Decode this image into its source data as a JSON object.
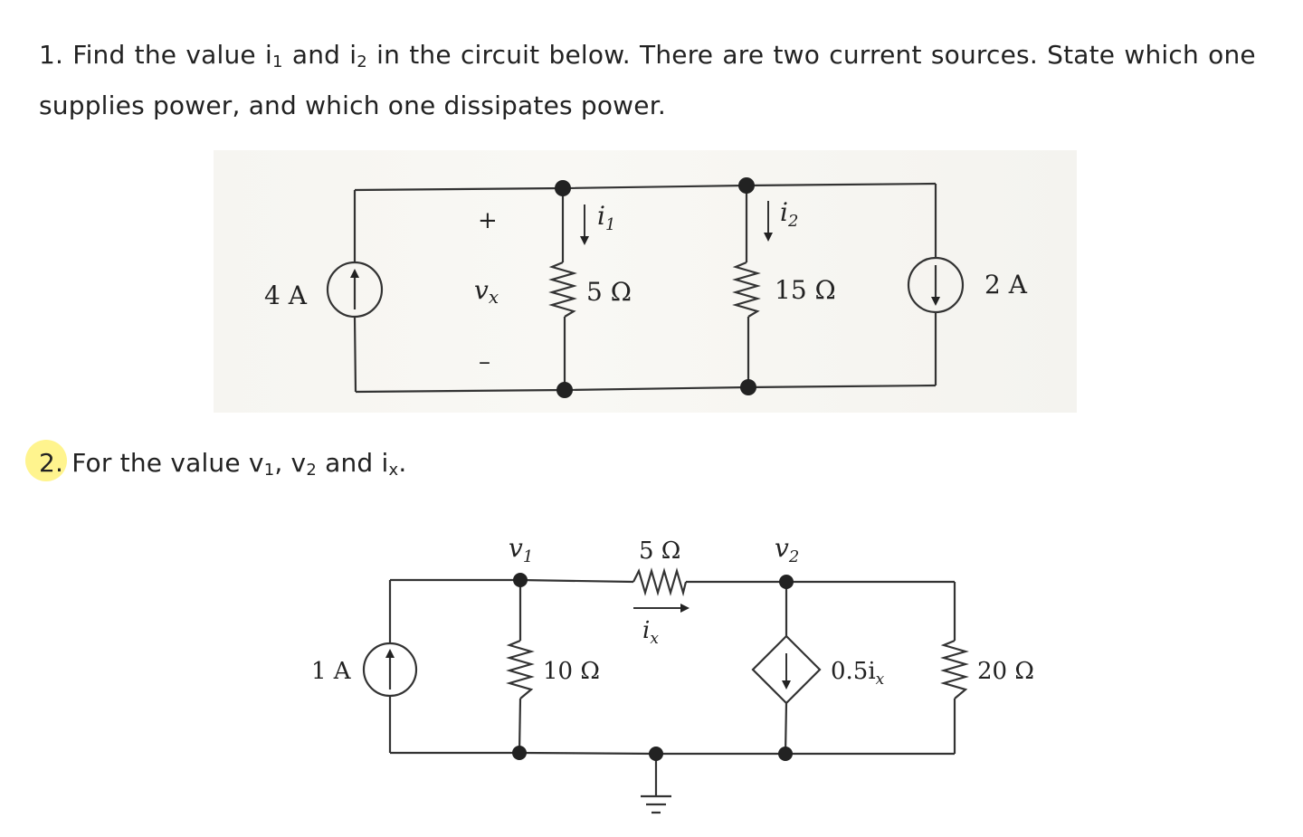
{
  "question1": {
    "number": "1.",
    "line1_words": [
      "Find",
      "the",
      "value",
      "i",
      "and",
      "i",
      "in",
      "the",
      "circuit",
      "below.",
      "There",
      "are",
      "two",
      "current",
      "sources.",
      "State",
      "which",
      "one"
    ],
    "line2": "supplies power, and which one dissipates power.",
    "sub1": "1",
    "sub2": "2"
  },
  "question2": {
    "number": "2.",
    "text_a": " For the value v",
    "text_b": ", v",
    "text_c": " and i",
    "text_d": ".",
    "sub1": "1",
    "sub2": "2",
    "subx": "x"
  },
  "circuit1": {
    "source_left": "4 A",
    "vx_plus": "+",
    "vx_label": "v",
    "vx_sub": "x",
    "vx_minus": "–",
    "i1_label": "i",
    "i1_sub": "1",
    "r1": "5 Ω",
    "i2_label": "i",
    "i2_sub": "2",
    "r2": "15 Ω",
    "source_right": "2 A"
  },
  "circuit2": {
    "source": "1 A",
    "v1_label": "v",
    "v1_sub": "1",
    "r_top": "5 Ω",
    "ix_label": "i",
    "ix_sub": "x",
    "r_left": "10 Ω",
    "v2_label": "v",
    "v2_sub": "2",
    "dep_source": "0.5i",
    "dep_sub": "x",
    "r_right": "20 Ω"
  }
}
